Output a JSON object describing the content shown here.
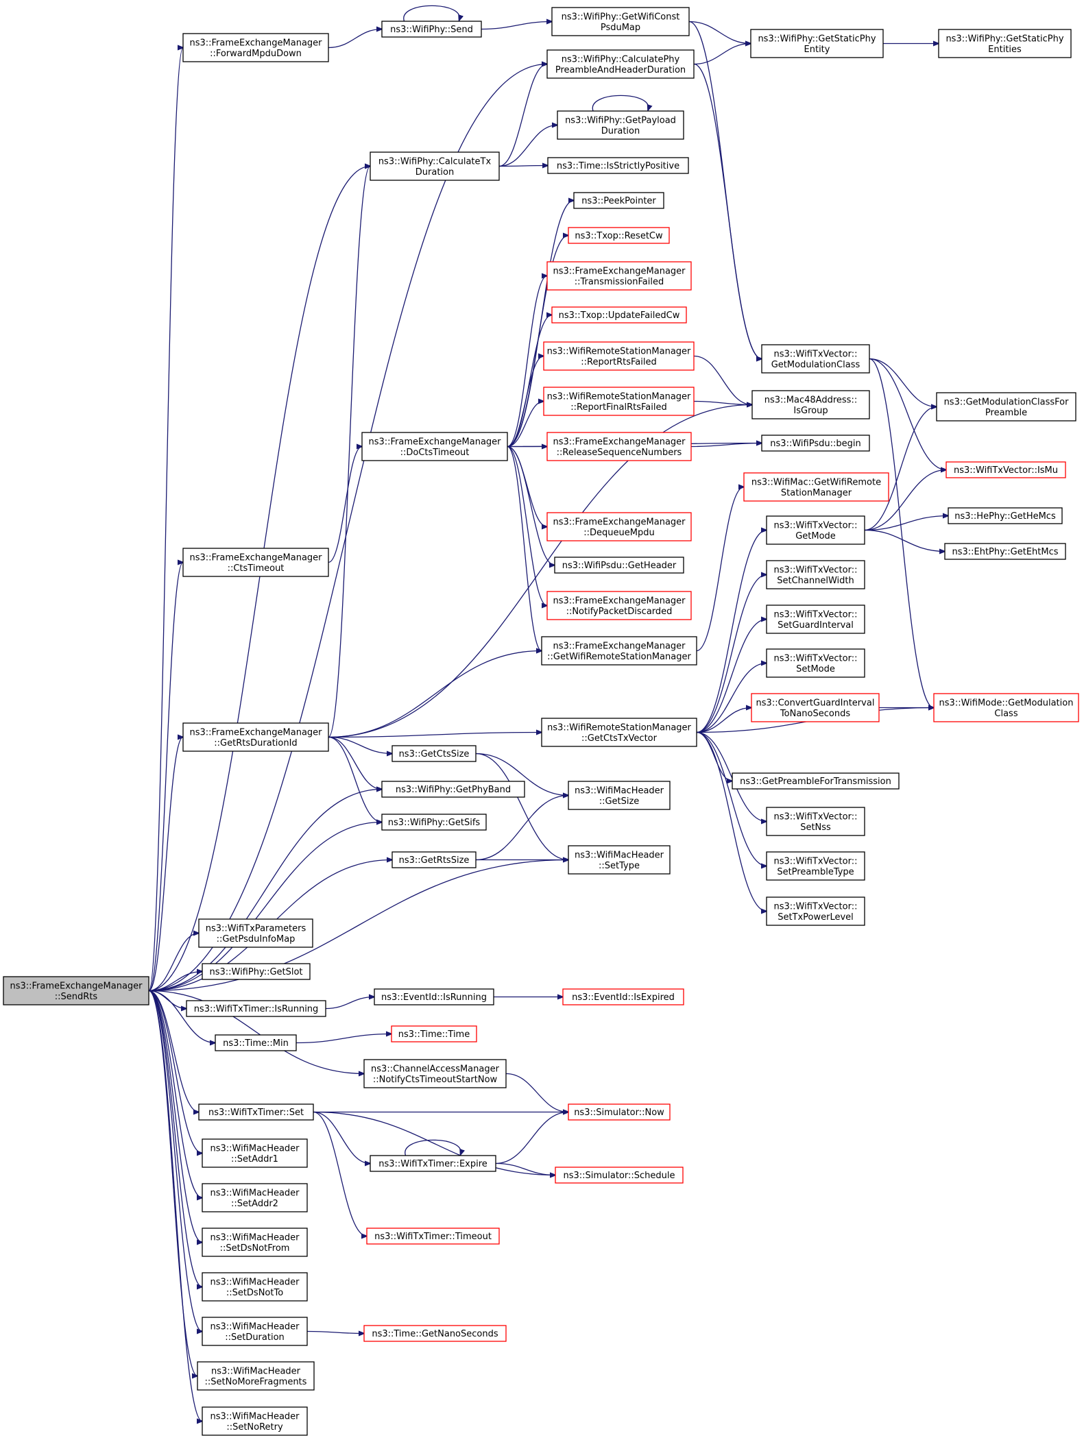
{
  "graph": {
    "edge_color": "#191970",
    "nodes": [
      {
        "id": "sendrts",
        "lines": [
          "ns3::FrameExchangeManager",
          "::SendRts"
        ],
        "style": "root"
      },
      {
        "id": "forwardmpdu",
        "lines": [
          "ns3::FrameExchangeManager",
          "::ForwardMpduDown"
        ],
        "style": "black"
      },
      {
        "id": "physend",
        "lines": [
          "ns3::WifiPhy::Send"
        ],
        "style": "black"
      },
      {
        "id": "getwificonst",
        "lines": [
          "ns3::WifiPhy::GetWifiConst",
          "PsduMap"
        ],
        "style": "black"
      },
      {
        "id": "getstaticentity",
        "lines": [
          "ns3::WifiPhy::GetStaticPhy",
          "Entity"
        ],
        "style": "black"
      },
      {
        "id": "getstaticentities",
        "lines": [
          "ns3::WifiPhy::GetStaticPhy",
          "Entities"
        ],
        "style": "black"
      },
      {
        "id": "calcpreamble",
        "lines": [
          "ns3::WifiPhy::CalculatePhy",
          "PreambleAndHeaderDuration"
        ],
        "style": "black"
      },
      {
        "id": "getpayload",
        "lines": [
          "ns3::WifiPhy::GetPayload",
          "Duration"
        ],
        "style": "black"
      },
      {
        "id": "calctx",
        "lines": [
          "ns3::WifiPhy::CalculateTx",
          "Duration"
        ],
        "style": "black"
      },
      {
        "id": "isstrictly",
        "lines": [
          "ns3::Time::IsStrictlyPositive"
        ],
        "style": "black"
      },
      {
        "id": "peekpointer",
        "lines": [
          "ns3::PeekPointer"
        ],
        "style": "black"
      },
      {
        "id": "resetcw",
        "lines": [
          "ns3::Txop::ResetCw"
        ],
        "style": "red"
      },
      {
        "id": "transfailed",
        "lines": [
          "ns3::FrameExchangeManager",
          "::TransmissionFailed"
        ],
        "style": "red"
      },
      {
        "id": "updatefailedcw",
        "lines": [
          "ns3::Txop::UpdateFailedCw"
        ],
        "style": "red"
      },
      {
        "id": "reportrtsfailed",
        "lines": [
          "ns3::WifiRemoteStationManager",
          "::ReportRtsFailed"
        ],
        "style": "red"
      },
      {
        "id": "reportfinalrts",
        "lines": [
          "ns3::WifiRemoteStationManager",
          "::ReportFinalRtsFailed"
        ],
        "style": "red"
      },
      {
        "id": "releaseseq",
        "lines": [
          "ns3::FrameExchangeManager",
          "::ReleaseSequenceNumbers"
        ],
        "style": "red"
      },
      {
        "id": "docts",
        "lines": [
          "ns3::FrameExchangeManager",
          "::DoCtsTimeout"
        ],
        "style": "black"
      },
      {
        "id": "getmodclass",
        "lines": [
          "ns3::WifiTxVector::",
          "GetModulationClass"
        ],
        "style": "black"
      },
      {
        "id": "isgroup",
        "lines": [
          "ns3::Mac48Address::",
          "IsGroup"
        ],
        "style": "black"
      },
      {
        "id": "getmodclassfor",
        "lines": [
          "ns3::GetModulationClassFor",
          "Preamble"
        ],
        "style": "black"
      },
      {
        "id": "psdubegin",
        "lines": [
          "ns3::WifiPsdu::begin"
        ],
        "style": "black"
      },
      {
        "id": "ismu",
        "lines": [
          "ns3::WifiTxVector::IsMu"
        ],
        "style": "red"
      },
      {
        "id": "getwifiremote",
        "lines": [
          "ns3::WifiMac::GetWifiRemote",
          "StationManager"
        ],
        "style": "red"
      },
      {
        "id": "dequeue",
        "lines": [
          "ns3::FrameExchangeManager",
          "::DequeueMpdu"
        ],
        "style": "red"
      },
      {
        "id": "getmode",
        "lines": [
          "ns3::WifiTxVector::",
          "GetMode"
        ],
        "style": "black"
      },
      {
        "id": "gethemcs",
        "lines": [
          "ns3::HePhy::GetHeMcs"
        ],
        "style": "black"
      },
      {
        "id": "getehtmcs",
        "lines": [
          "ns3::EhtPhy::GetEhtMcs"
        ],
        "style": "black"
      },
      {
        "id": "psduheader",
        "lines": [
          "ns3::WifiPsdu::GetHeader"
        ],
        "style": "black"
      },
      {
        "id": "ctstimeout",
        "lines": [
          "ns3::FrameExchangeManager",
          "::CtsTimeout"
        ],
        "style": "black"
      },
      {
        "id": "setchannelwidth",
        "lines": [
          "ns3::WifiTxVector::",
          "SetChannelWidth"
        ],
        "style": "black"
      },
      {
        "id": "notifydiscarded",
        "lines": [
          "ns3::FrameExchangeManager",
          "::NotifyPacketDiscarded"
        ],
        "style": "red"
      },
      {
        "id": "setguard",
        "lines": [
          "ns3::WifiTxVector::",
          "SetGuardInterval"
        ],
        "style": "black"
      },
      {
        "id": "fem_getwrsm",
        "lines": [
          "ns3::FrameExchangeManager",
          "::GetWifiRemoteStationManager"
        ],
        "style": "black"
      },
      {
        "id": "setmode",
        "lines": [
          "ns3::WifiTxVector::",
          "SetMode"
        ],
        "style": "black"
      },
      {
        "id": "convertguard",
        "lines": [
          "ns3::ConvertGuardInterval",
          "ToNanoSeconds"
        ],
        "style": "red"
      },
      {
        "id": "modegetmodclass",
        "lines": [
          "ns3::WifiMode::GetModulation",
          "Class"
        ],
        "style": "red"
      },
      {
        "id": "getrtsdur",
        "lines": [
          "ns3::FrameExchangeManager",
          "::GetRtsDurationId"
        ],
        "style": "black"
      },
      {
        "id": "getctstxvector",
        "lines": [
          "ns3::WifiRemoteStationManager",
          "::GetCtsTxVector"
        ],
        "style": "black"
      },
      {
        "id": "getctssize",
        "lines": [
          "ns3::GetCtsSize"
        ],
        "style": "black"
      },
      {
        "id": "getpreamble",
        "lines": [
          "ns3::GetPreambleForTransmission"
        ],
        "style": "black"
      },
      {
        "id": "getphyband",
        "lines": [
          "ns3::WifiPhy::GetPhyBand"
        ],
        "style": "black"
      },
      {
        "id": "macgetsize",
        "lines": [
          "ns3::WifiMacHeader",
          "::GetSize"
        ],
        "style": "black"
      },
      {
        "id": "getsifs",
        "lines": [
          "ns3::WifiPhy::GetSifs"
        ],
        "style": "black"
      },
      {
        "id": "setnss",
        "lines": [
          "ns3::WifiTxVector::",
          "SetNss"
        ],
        "style": "black"
      },
      {
        "id": "getrtssize",
        "lines": [
          "ns3::GetRtsSize"
        ],
        "style": "black"
      },
      {
        "id": "macsettype",
        "lines": [
          "ns3::WifiMacHeader",
          "::SetType"
        ],
        "style": "black"
      },
      {
        "id": "setpreambletype",
        "lines": [
          "ns3::WifiTxVector::",
          "SetPreambleType"
        ],
        "style": "black"
      },
      {
        "id": "settxpower",
        "lines": [
          "ns3::WifiTxVector::",
          "SetTxPowerLevel"
        ],
        "style": "black"
      },
      {
        "id": "getpsduinfo",
        "lines": [
          "ns3::WifiTxParameters",
          "::GetPsduInfoMap"
        ],
        "style": "black"
      },
      {
        "id": "getslot",
        "lines": [
          "ns3::WifiPhy::GetSlot"
        ],
        "style": "black"
      },
      {
        "id": "timerisrunning",
        "lines": [
          "ns3::WifiTxTimer::IsRunning"
        ],
        "style": "black"
      },
      {
        "id": "eventisrunning",
        "lines": [
          "ns3::EventId::IsRunning"
        ],
        "style": "black"
      },
      {
        "id": "eventisexpired",
        "lines": [
          "ns3::EventId::IsExpired"
        ],
        "style": "red"
      },
      {
        "id": "timemin",
        "lines": [
          "ns3::Time::Min"
        ],
        "style": "black"
      },
      {
        "id": "timetime",
        "lines": [
          "ns3::Time::Time"
        ],
        "style": "red"
      },
      {
        "id": "notifycts",
        "lines": [
          "ns3::ChannelAccessManager",
          "::NotifyCtsTimeoutStartNow"
        ],
        "style": "black"
      },
      {
        "id": "timerset",
        "lines": [
          "ns3::WifiTxTimer::Set"
        ],
        "style": "black"
      },
      {
        "id": "simnow",
        "lines": [
          "ns3::Simulator::Now"
        ],
        "style": "red"
      },
      {
        "id": "timerexpire",
        "lines": [
          "ns3::WifiTxTimer::Expire"
        ],
        "style": "black"
      },
      {
        "id": "simschedule",
        "lines": [
          "ns3::Simulator::Schedule"
        ],
        "style": "red"
      },
      {
        "id": "setaddr1",
        "lines": [
          "ns3::WifiMacHeader",
          "::SetAddr1"
        ],
        "style": "black"
      },
      {
        "id": "setaddr2",
        "lines": [
          "ns3::WifiMacHeader",
          "::SetAddr2"
        ],
        "style": "black"
      },
      {
        "id": "timertimeout",
        "lines": [
          "ns3::WifiTxTimer::Timeout"
        ],
        "style": "red"
      },
      {
        "id": "setdsnotfrom",
        "lines": [
          "ns3::WifiMacHeader",
          "::SetDsNotFrom"
        ],
        "style": "black"
      },
      {
        "id": "setdsnotto",
        "lines": [
          "ns3::WifiMacHeader",
          "::SetDsNotTo"
        ],
        "style": "black"
      },
      {
        "id": "setduration",
        "lines": [
          "ns3::WifiMacHeader",
          "::SetDuration"
        ],
        "style": "black"
      },
      {
        "id": "getnanoseconds",
        "lines": [
          "ns3::Time::GetNanoSeconds"
        ],
        "style": "red"
      },
      {
        "id": "setnomorefrag",
        "lines": [
          "ns3::WifiMacHeader",
          "::SetNoMoreFragments"
        ],
        "style": "black"
      },
      {
        "id": "setnoretry",
        "lines": [
          "ns3::WifiMacHeader",
          "::SetNoRetry"
        ],
        "style": "black"
      }
    ],
    "edges": [
      [
        "sendrts",
        "forwardmpdu"
      ],
      [
        "forwardmpdu",
        "physend"
      ],
      [
        "physend",
        "physend"
      ],
      [
        "physend",
        "getwificonst"
      ],
      [
        "getwificonst",
        "getstaticentity"
      ],
      [
        "getstaticentity",
        "getstaticentities"
      ],
      [
        "getwificonst",
        "getmodclass"
      ],
      [
        "sendrts",
        "calcpreamble"
      ],
      [
        "calcpreamble",
        "getstaticentity"
      ],
      [
        "calcpreamble",
        "getmodclass"
      ],
      [
        "sendrts",
        "calctx"
      ],
      [
        "calctx",
        "calcpreamble"
      ],
      [
        "calctx",
        "getpayload"
      ],
      [
        "getpayload",
        "getpayload"
      ],
      [
        "calctx",
        "isstrictly"
      ],
      [
        "sendrts",
        "ctstimeout"
      ],
      [
        "ctstimeout",
        "docts"
      ],
      [
        "docts",
        "peekpointer"
      ],
      [
        "docts",
        "resetcw"
      ],
      [
        "docts",
        "transfailed"
      ],
      [
        "docts",
        "updatefailedcw"
      ],
      [
        "docts",
        "reportrtsfailed"
      ],
      [
        "docts",
        "reportfinalrts"
      ],
      [
        "docts",
        "releaseseq"
      ],
      [
        "docts",
        "psdubegin"
      ],
      [
        "docts",
        "dequeue"
      ],
      [
        "docts",
        "psduheader"
      ],
      [
        "docts",
        "notifydiscarded"
      ],
      [
        "docts",
        "fem_getwrsm"
      ],
      [
        "reportrtsfailed",
        "isgroup"
      ],
      [
        "reportfinalrts",
        "isgroup"
      ],
      [
        "releaseseq",
        "psdubegin"
      ],
      [
        "getmodclass",
        "getmodclassfor"
      ],
      [
        "getmodclass",
        "ismu"
      ],
      [
        "getmodclass",
        "modegetmodclass"
      ],
      [
        "getmode",
        "getmodclassfor"
      ],
      [
        "getmode",
        "ismu"
      ],
      [
        "getmode",
        "gethemcs"
      ],
      [
        "getmode",
        "getehtmcs"
      ],
      [
        "fem_getwrsm",
        "getwifiremote"
      ],
      [
        "sendrts",
        "getrtsdur"
      ],
      [
        "getrtsdur",
        "calctx"
      ],
      [
        "getrtsdur",
        "fem_getwrsm"
      ],
      [
        "getrtsdur",
        "getctstxvector"
      ],
      [
        "getrtsdur",
        "isgroup"
      ],
      [
        "getrtsdur",
        "getctssize"
      ],
      [
        "getrtsdur",
        "getphyband"
      ],
      [
        "getrtsdur",
        "getsifs"
      ],
      [
        "getctstxvector",
        "getmode"
      ],
      [
        "getctstxvector",
        "setchannelwidth"
      ],
      [
        "getctstxvector",
        "setguard"
      ],
      [
        "getctstxvector",
        "setmode"
      ],
      [
        "getctstxvector",
        "convertguard"
      ],
      [
        "getctstxvector",
        "modegetmodclass"
      ],
      [
        "getctstxvector",
        "getpreamble"
      ],
      [
        "getctstxvector",
        "setnss"
      ],
      [
        "getctstxvector",
        "setpreambletype"
      ],
      [
        "getctstxvector",
        "settxpower"
      ],
      [
        "convertguard",
        "modegetmodclass"
      ],
      [
        "getctssize",
        "macgetsize"
      ],
      [
        "getctssize",
        "macsettype"
      ],
      [
        "sendrts",
        "getphyband"
      ],
      [
        "sendrts",
        "getsifs"
      ],
      [
        "sendrts",
        "getrtssize"
      ],
      [
        "getrtssize",
        "macgetsize"
      ],
      [
        "getrtssize",
        "macsettype"
      ],
      [
        "sendrts",
        "macsettype"
      ],
      [
        "sendrts",
        "getpsduinfo"
      ],
      [
        "sendrts",
        "getslot"
      ],
      [
        "sendrts",
        "timerisrunning"
      ],
      [
        "timerisrunning",
        "eventisrunning"
      ],
      [
        "eventisrunning",
        "eventisexpired"
      ],
      [
        "sendrts",
        "timemin"
      ],
      [
        "timemin",
        "timetime"
      ],
      [
        "sendrts",
        "notifycts"
      ],
      [
        "notifycts",
        "simnow"
      ],
      [
        "sendrts",
        "timerset"
      ],
      [
        "timerset",
        "simnow"
      ],
      [
        "timerset",
        "timerexpire"
      ],
      [
        "timerexpire",
        "timerexpire"
      ],
      [
        "timerexpire",
        "simnow"
      ],
      [
        "timerexpire",
        "simschedule"
      ],
      [
        "timerset",
        "simschedule"
      ],
      [
        "timerset",
        "timertimeout"
      ],
      [
        "sendrts",
        "setaddr1"
      ],
      [
        "sendrts",
        "setaddr2"
      ],
      [
        "sendrts",
        "setdsnotfrom"
      ],
      [
        "sendrts",
        "setdsnotto"
      ],
      [
        "sendrts",
        "setduration"
      ],
      [
        "setduration",
        "getnanoseconds"
      ],
      [
        "sendrts",
        "setnomorefrag"
      ],
      [
        "sendrts",
        "setnoretry"
      ]
    ]
  }
}
